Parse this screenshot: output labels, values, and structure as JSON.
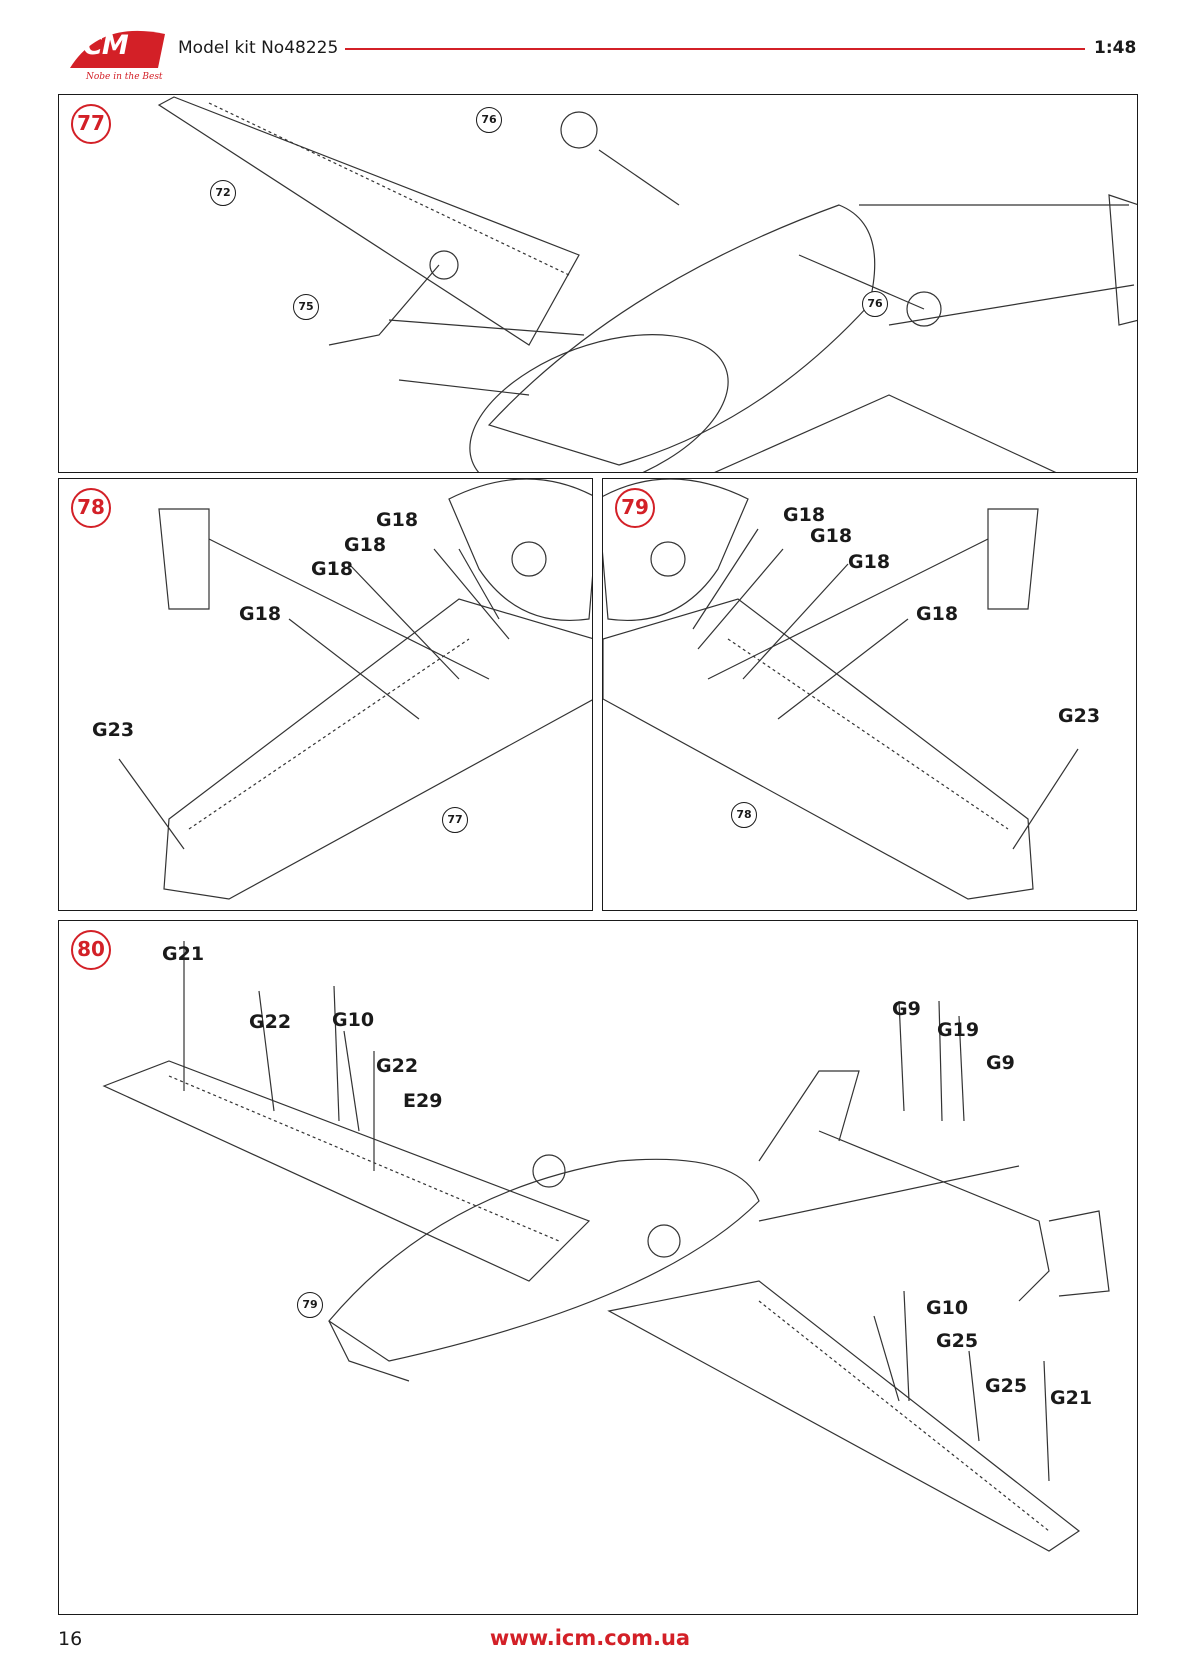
{
  "header": {
    "brand": "ICM",
    "slogan": "Nobe in the Best",
    "kit_title": "Model kit No48225",
    "scale": "1:48"
  },
  "colors": {
    "accent": "#d32027",
    "ink": "#1a1a1a"
  },
  "steps": {
    "s77": {
      "number": "77",
      "refs": [
        "76",
        "72",
        "75",
        "76"
      ]
    },
    "s78": {
      "number": "78",
      "parts": [
        "G18",
        "G18",
        "G18",
        "G18",
        "G23"
      ],
      "ref": "77"
    },
    "s79": {
      "number": "79",
      "parts": [
        "G18",
        "G18",
        "G18",
        "G18",
        "G23"
      ],
      "ref": "78"
    },
    "s80": {
      "number": "80",
      "parts": [
        "G21",
        "G22",
        "G10",
        "G22",
        "E29",
        "G9",
        "G19",
        "G9",
        "G10",
        "G25",
        "G25",
        "G21"
      ],
      "ref": "79"
    }
  },
  "footer": {
    "page_number": "16",
    "url": "www.icm.com.ua"
  }
}
